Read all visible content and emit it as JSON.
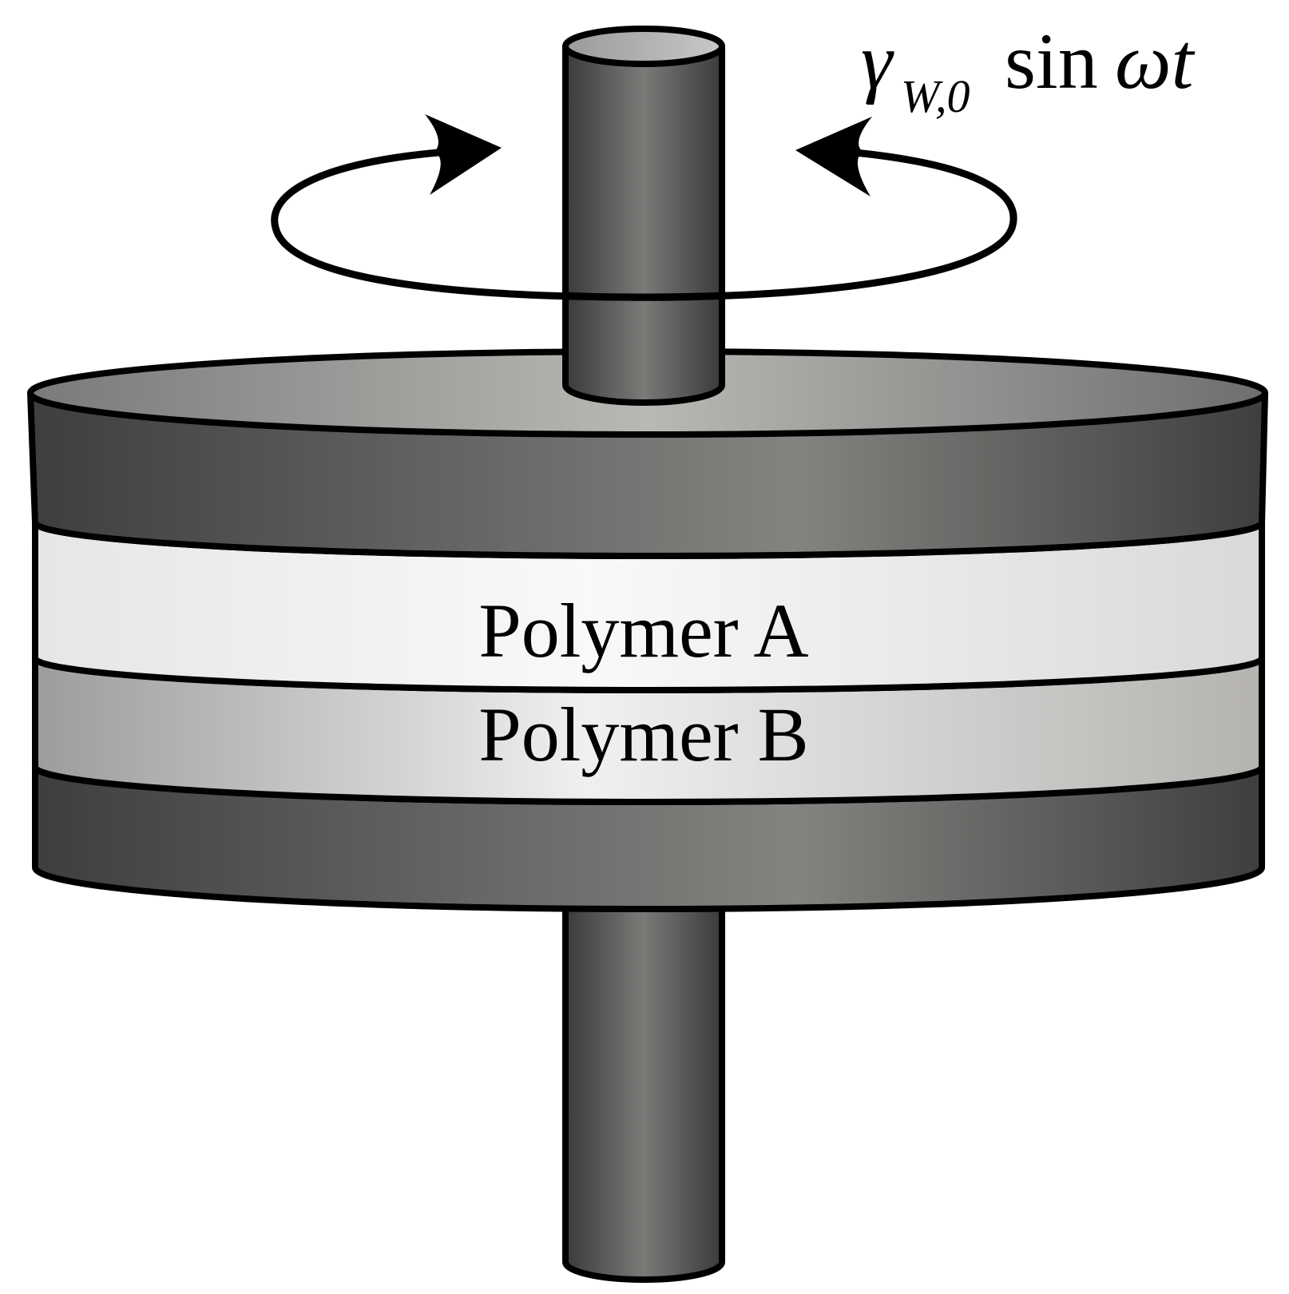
{
  "figure": {
    "strain_label": {
      "symbol": "γ",
      "subscript": "W,0",
      "function": "sin",
      "argument": "ωt"
    },
    "layers": [
      {
        "label": "Polymer A"
      },
      {
        "label": "Polymer B"
      }
    ],
    "colors": {
      "plate": "#5a5a5a",
      "polymer_a": "#f4f4f4",
      "polymer_b": "#d0cecc",
      "shaft": "#4a4a4a",
      "outline": "#000000"
    },
    "icons": {
      "rotation": "circular-rotation-arrow-icon"
    }
  }
}
